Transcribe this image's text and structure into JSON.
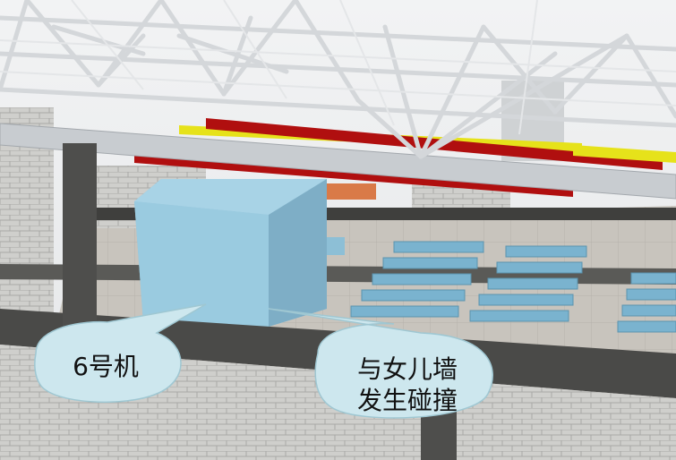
{
  "callouts": [
    {
      "text": "6号机"
    },
    {
      "text_line1": "与女儿墙",
      "text_line2": "发生碰撞"
    }
  ],
  "colors": {
    "unit_box": "#8dbfd6",
    "callout_fill": "#cde7ee",
    "callout_stroke": "#9fc7d2",
    "pipe_red": "#b00f0f",
    "pipe_yellow": "#e6e21a",
    "truss": "#d6d9dc",
    "wall": "#c9c9c6",
    "beam_dark": "#4a4a48"
  }
}
